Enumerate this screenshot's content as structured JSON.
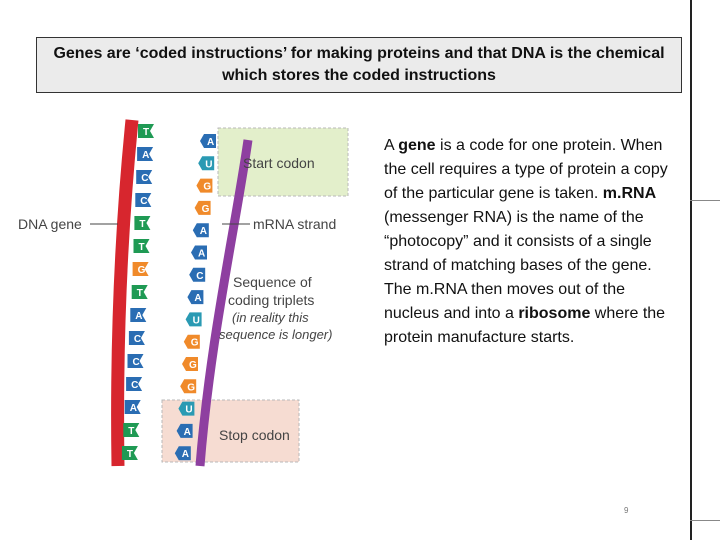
{
  "title": "Genes are ‘coded instructions’ for making proteins and that DNA is the chemical which stores the coded instructions",
  "paragraphs": [
    [
      {
        "t": "A ",
        "b": false
      },
      {
        "t": "gene",
        "b": true
      },
      {
        "t": " is a code for one protein. When the cell requires a type of protein a copy of the particular gene is taken. ",
        "b": false
      },
      {
        "t": "m.RNA",
        "b": true
      },
      {
        "t": " (messenger RNA) is the name of the “photocopy” and it consists of a single strand of matching bases of the gene.",
        "b": false
      }
    ],
    [
      {
        "t": "The m.RNA then moves out of the nucleus and into a ",
        "b": false
      },
      {
        "t": "ribosome",
        "b": true
      },
      {
        "t": " where the protein manufacture starts.",
        "b": false
      }
    ]
  ],
  "page_number": "9",
  "diagram": {
    "labels": {
      "dna_gene": "DNA gene",
      "mrna_strand": "mRNA strand",
      "start_codon": "Start codon",
      "sequence_line1": "Sequence of",
      "sequence_line2": "coding triplets",
      "note_line1": "(in reality this",
      "note_line2": "sequence is longer)",
      "stop_codon": "Stop codon"
    },
    "dna_bases": [
      "T",
      "A",
      "C",
      "C",
      "T",
      "T",
      "G",
      "T",
      "A",
      "C",
      "C",
      "C",
      "A",
      "T",
      "T"
    ],
    "mrna_bases": [
      "A",
      "U",
      "G",
      "G",
      "A",
      "A",
      "C",
      "A",
      "U",
      "G",
      "G",
      "G",
      "U",
      "A",
      "A"
    ],
    "colors": {
      "dna_backbone": "#d7262e",
      "mrna_backbone": "#8e3fa0",
      "base_T": "#1f9a54",
      "base_A": "#2a6db3",
      "base_C": "#2a6db3",
      "base_G": "#f08a2a",
      "base_U": "#2a9ab3",
      "start_box": "#e3efcb",
      "stop_box": "#f6dcd2"
    }
  }
}
